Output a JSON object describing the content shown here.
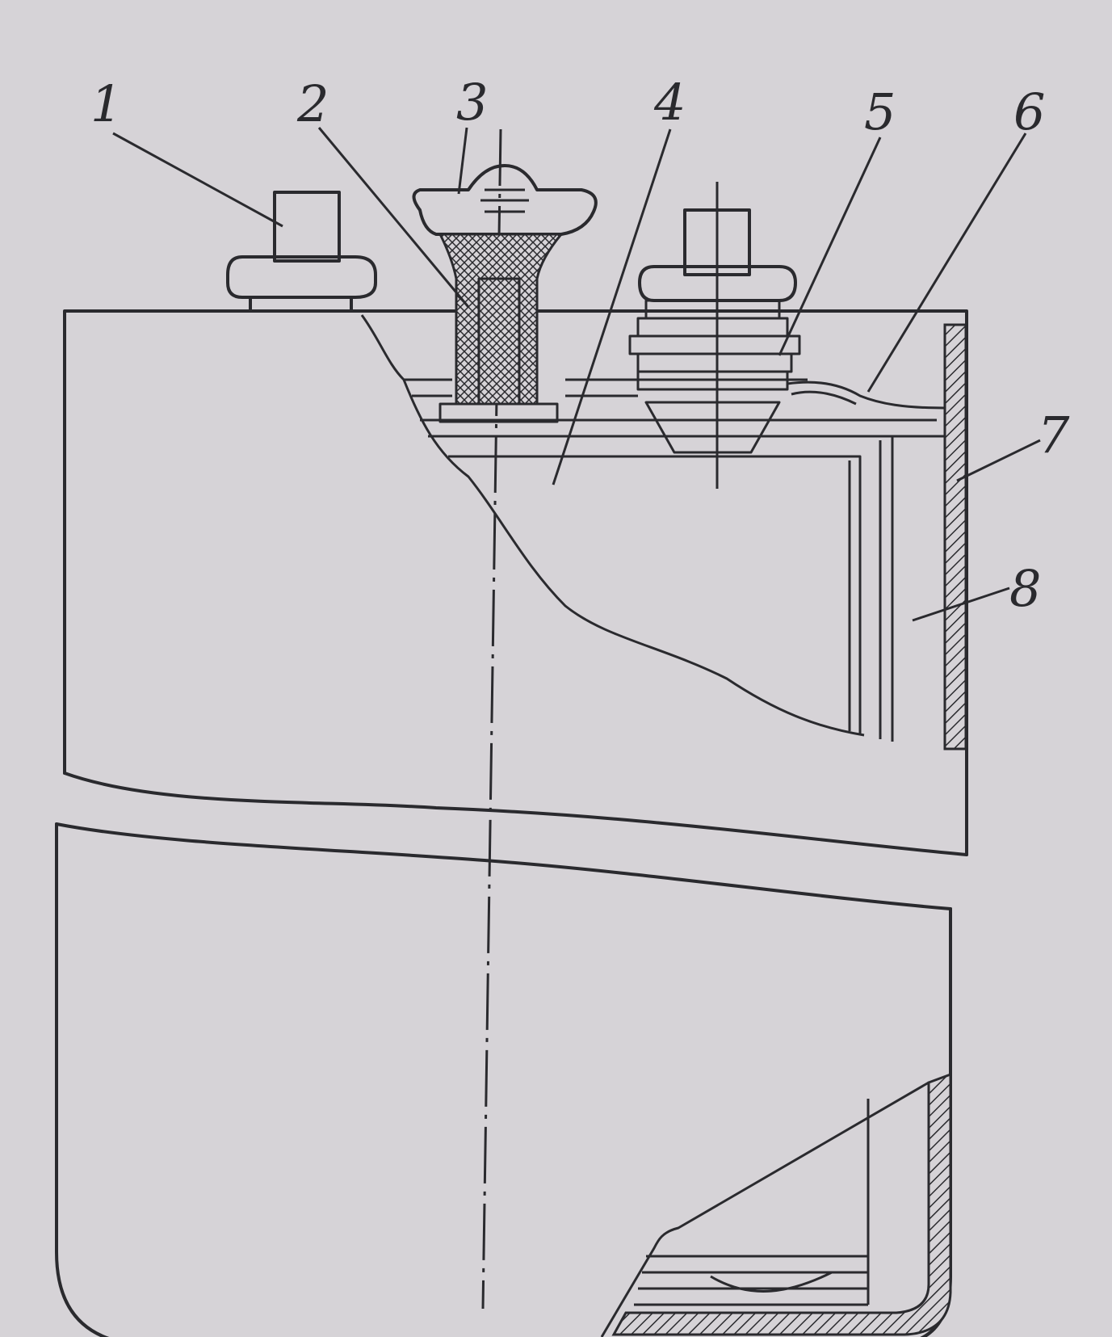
{
  "figure": {
    "background": "#d6d3d7",
    "ink": "#2a2a2e",
    "callouts": [
      "1",
      "2",
      "3",
      "4",
      "5",
      "6",
      "7",
      "8"
    ]
  }
}
